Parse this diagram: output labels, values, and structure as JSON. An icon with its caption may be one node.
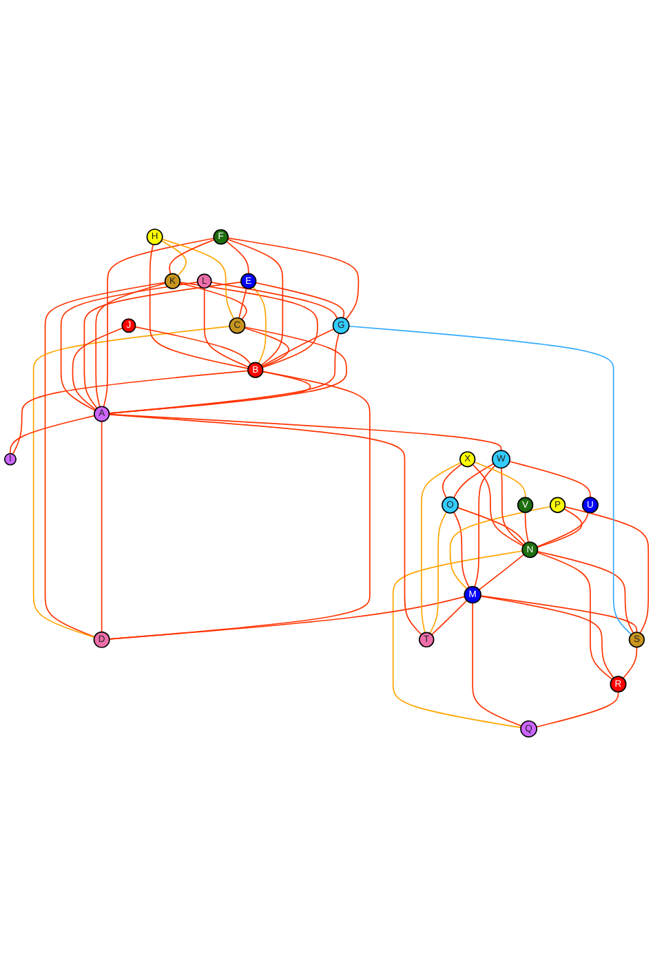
{
  "diagram": {
    "nodes": [
      {
        "text": [
          "A"
        ]
      },
      {
        "text": [
          "B"
        ]
      },
      {
        "text": [
          "C"
        ]
      },
      {
        "text": [
          "D"
        ]
      },
      {
        "text": [
          "E"
        ]
      },
      {
        "text": [
          "F"
        ]
      },
      {
        "text": [
          "G"
        ]
      },
      {
        "text": [
          "H"
        ]
      },
      {
        "text": [
          "I"
        ]
      },
      {
        "text": [
          "J"
        ]
      },
      {
        "text": [
          "K"
        ]
      },
      {
        "text": [
          "L"
        ]
      },
      {
        "text": [
          "M"
        ]
      },
      {
        "text": [
          "N"
        ]
      },
      {
        "text": [
          "O"
        ]
      },
      {
        "text": [
          "P"
        ]
      },
      {
        "text": [
          "Q"
        ]
      },
      {
        "text": [
          "R"
        ]
      },
      {
        "text": [
          "S"
        ]
      },
      {
        "text": [
          "T"
        ]
      },
      {
        "text": [
          "U"
        ]
      },
      {
        "text": [
          "V"
        ]
      },
      {
        "text": [
          "W"
        ]
      },
      {
        "text": [
          "X"
        ]
      }
    ],
    "edges": [
      {
        "from": 16,
        "to": 17,
        "arrow": "none"
      },
      {
        "from": 16,
        "to": 12,
        "arrow": "none"
      },
      {
        "from": 16,
        "to": 13,
        "arrow": "none",
        "color": "#ffa500"
      },
      {
        "from": 17,
        "to": 18,
        "arrow": "none"
      },
      {
        "from": 17,
        "to": 12,
        "arrow": "none"
      },
      {
        "from": 17,
        "to": 13,
        "arrow": "none"
      },
      {
        "from": 18,
        "to": 15,
        "arrow": "none"
      },
      {
        "from": 18,
        "to": 12,
        "arrow": "none"
      },
      {
        "from": 18,
        "to": 13,
        "arrow": "none"
      },
      {
        "from": 18,
        "to": 6,
        "arrow": "none",
        "color": "#33aaff"
      },
      {
        "from": 3,
        "to": 12,
        "arrow": "none"
      },
      {
        "from": 19,
        "to": 12,
        "arrow": "none"
      },
      {
        "from": 19,
        "to": 14,
        "arrow": "none",
        "color": "#ffa500"
      },
      {
        "from": 19,
        "to": 23,
        "arrow": "none",
        "color": "#ffa500"
      },
      {
        "from": 12,
        "to": 13,
        "arrow": "none"
      },
      {
        "from": 12,
        "to": 22,
        "arrow": "none"
      },
      {
        "from": 12,
        "to": 14,
        "arrow": "none"
      },
      {
        "from": 12,
        "to": 15,
        "arrow": "none",
        "color": "#ffa500"
      },
      {
        "from": 13,
        "to": 15,
        "arrow": "none"
      },
      {
        "from": 13,
        "to": 20,
        "arrow": "none"
      },
      {
        "from": 13,
        "to": 21,
        "arrow": "none"
      },
      {
        "from": 13,
        "to": 14,
        "arrow": "none"
      },
      {
        "from": 13,
        "to": 22,
        "arrow": "none"
      },
      {
        "from": 13,
        "to": 23,
        "arrow": "none"
      },
      {
        "from": 14,
        "to": 22,
        "arrow": "none"
      },
      {
        "from": 14,
        "to": 23,
        "arrow": "none"
      },
      {
        "from": 21,
        "to": 23,
        "arrow": "none",
        "color": "#ffa500"
      },
      {
        "from": 20,
        "to": 22,
        "arrow": "none"
      },
      {
        "from": 3,
        "to": 1,
        "arrow": "none"
      },
      {
        "from": 3,
        "to": 0,
        "arrow": "none"
      },
      {
        "from": 3,
        "to": 10,
        "arrow": "none"
      },
      {
        "from": 3,
        "to": 2,
        "arrow": "none",
        "color": "#ffa500"
      },
      {
        "from": 19,
        "to": 0,
        "arrow": "none"
      },
      {
        "from": 22,
        "to": 0,
        "arrow": "none"
      },
      {
        "from": 8,
        "to": 1,
        "arrow": "none"
      },
      {
        "from": 8,
        "to": 0,
        "arrow": "none"
      },
      {
        "from": 0,
        "to": 1,
        "arrow": "none"
      },
      {
        "from": 0,
        "to": 2,
        "arrow": "none"
      },
      {
        "from": 0,
        "to": 6,
        "arrow": "none"
      },
      {
        "from": 0,
        "to": 5,
        "arrow": "none"
      },
      {
        "from": 0,
        "to": 10,
        "arrow": "none"
      },
      {
        "from": 0,
        "to": 4,
        "arrow": "none"
      },
      {
        "from": 0,
        "to": 9,
        "arrow": "none"
      },
      {
        "from": 0,
        "to": 11,
        "arrow": "none"
      },
      {
        "from": 1,
        "to": 10,
        "arrow": "none"
      },
      {
        "from": 1,
        "to": 2,
        "arrow": "none"
      },
      {
        "from": 1,
        "to": 6,
        "arrow": "none"
      },
      {
        "from": 1,
        "to": 5,
        "arrow": "none"
      },
      {
        "from": 1,
        "to": 4,
        "arrow": "none",
        "color": "#ffa500"
      },
      {
        "from": 1,
        "to": 9,
        "arrow": "none"
      },
      {
        "from": 1,
        "to": 11,
        "arrow": "none"
      },
      {
        "from": 1,
        "to": 7,
        "arrow": "none"
      },
      {
        "from": 2,
        "to": 10,
        "arrow": "none"
      },
      {
        "from": 2,
        "to": 4,
        "arrow": "none"
      },
      {
        "from": 2,
        "to": 7,
        "arrow": "none",
        "color": "#ffa500"
      },
      {
        "from": 6,
        "to": 5,
        "arrow": "none"
      },
      {
        "from": 6,
        "to": 4,
        "arrow": "none"
      },
      {
        "from": 4,
        "to": 5,
        "arrow": "none"
      },
      {
        "from": 10,
        "to": 7,
        "arrow": "none",
        "color": "#ffa500"
      },
      {
        "from": 10,
        "to": 5,
        "arrow": "none"
      },
      {
        "from": 6,
        "to": 11,
        "arrow": "none"
      }
    ]
  }
}
